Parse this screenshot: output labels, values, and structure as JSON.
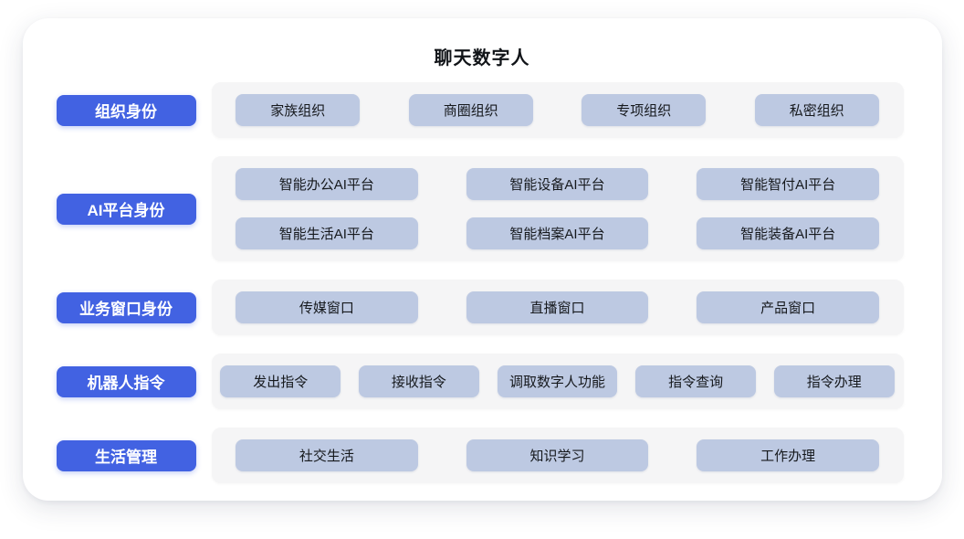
{
  "page": {
    "title": "聊天数字人"
  },
  "colors": {
    "accent_blue": "#4262e2",
    "item_blue": "#bdc9e2",
    "panel_gray": "#f5f5f6",
    "item_text": "#16191d",
    "label_text": "#ffffff"
  },
  "rows": [
    {
      "label": "组织身份",
      "items": [
        "家族组织",
        "商圈组织",
        "专项组织",
        "私密组织"
      ]
    },
    {
      "label": "AI平台身份",
      "items": [
        "智能办公AI平台",
        "智能设备AI平台",
        "智能智付AI平台",
        "智能生活AI平台",
        "智能档案AI平台",
        "智能装备AI平台"
      ]
    },
    {
      "label": "业务窗口身份",
      "items": [
        "传媒窗口",
        "直播窗口",
        "产品窗口"
      ]
    },
    {
      "label": "机器人指令",
      "items": [
        "发出指令",
        "接收指令",
        "调取数字人功能",
        "指令查询",
        "指令办理"
      ]
    },
    {
      "label": "生活管理",
      "items": [
        "社交生活",
        "知识学习",
        "工作办理"
      ]
    }
  ]
}
